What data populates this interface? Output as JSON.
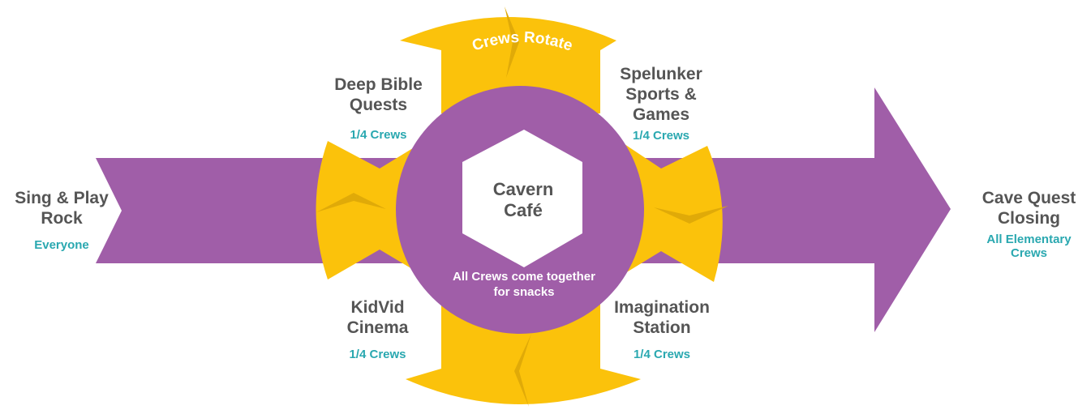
{
  "colors": {
    "purple": "#a05ea8",
    "gold": "#fbc20b",
    "gold_shadow": "#e0aa08",
    "teal": "#2aa8b0",
    "gray_text": "#555555",
    "white": "#ffffff"
  },
  "start": {
    "title": "Sing & Play Rock",
    "subtitle": "Everyone"
  },
  "end": {
    "title": "Cave Quest Closing",
    "subtitle": "All Elementary Crews"
  },
  "center": {
    "title": "Cavern Café",
    "note": "All Crews come together for snacks"
  },
  "rotation_label": "Crews Rotate",
  "stations": [
    {
      "title": "Deep Bible Quests",
      "subtitle": "1/4 Crews"
    },
    {
      "title": "Spelunker Sports & Games",
      "subtitle": "1/4 Crews"
    },
    {
      "title": "KidVid Cinema",
      "subtitle": "1/4 Crews"
    },
    {
      "title": "Imagination Station",
      "subtitle": "1/4 Crews"
    }
  ]
}
